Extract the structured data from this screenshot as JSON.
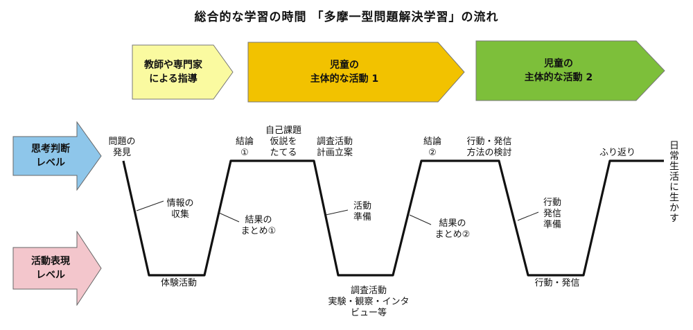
{
  "title": "総合的な学習の時間 「多摩一型問題解決学習」の流れ",
  "phases": [
    {
      "line1": "教師や専門家",
      "line2": "による指導",
      "color": "#fafaa0"
    },
    {
      "line1": "児童の",
      "line2": "主体的な活動 1",
      "color": "#f2c200"
    },
    {
      "line1": "児童の",
      "line2": "主体的な活動 2",
      "color": "#7dbf3a"
    }
  ],
  "levels": {
    "thinking": {
      "line1": "思考判断",
      "line2": "レベル",
      "color": "#8ec6ea"
    },
    "activity": {
      "line1": "活動表現",
      "line2": "レベル",
      "color": "#f3c6cc"
    }
  },
  "steps": {
    "discovery": {
      "line1": "問題の",
      "line2": "発見"
    },
    "collection": {
      "line1": "情報の",
      "line2": "収集"
    },
    "experience": "体験活動",
    "summary1": {
      "line1": "結果の",
      "line2": "まとめ①"
    },
    "conclusion1": {
      "line1": "結論",
      "line2": "①"
    },
    "hypothesis": {
      "line1": "自己課題",
      "line2": "仮説を",
      "line3": "たてる"
    },
    "plan": {
      "line1": "調査活動",
      "line2": "計画立案"
    },
    "prep": {
      "line1": "活動",
      "line2": "準備"
    },
    "investigation": {
      "line1": "調査活動",
      "line2": "実験・観察・インタ",
      "line3": "ビュー等"
    },
    "summary2": {
      "line1": "結果の",
      "line2": "まとめ②"
    },
    "conclusion2": {
      "line1": "結論",
      "line2": "②"
    },
    "review": {
      "line1": "行動・発信",
      "line2": "方法の検討"
    },
    "action_prep": {
      "line1": "行動",
      "line2": "発信",
      "line3": "準備"
    },
    "action": "行動・発信",
    "reflection": "ふり返り",
    "apply": "日常生活に生かす"
  }
}
